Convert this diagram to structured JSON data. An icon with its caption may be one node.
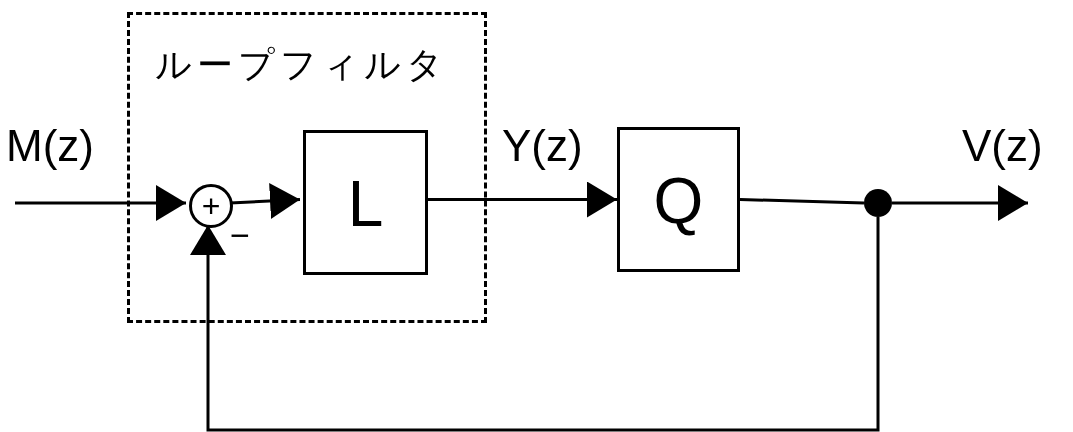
{
  "diagram": {
    "nodes": [
      {
        "text": [
          "ループフィルタ"
        ]
      },
      {
        "text": [
          "+"
        ],
        "in": 0,
        "beside": [
          "−"
        ]
      },
      {
        "text": [
          "L"
        ],
        "in": 0
      },
      {
        "text": [
          "Q"
        ]
      },
      {
        "text": [],
        "shape": "circle"
      }
    ],
    "edges": [
      {
        "from": null,
        "to": 1,
        "arrow": "to",
        "label": "M(z)"
      },
      {
        "from": 1,
        "to": 2,
        "arrow": "to"
      },
      {
        "from": 2,
        "to": 3,
        "arrow": "to",
        "label": "Y(z)"
      },
      {
        "from": 3,
        "to": 4,
        "arrow": "none"
      },
      {
        "from": 4,
        "to": null,
        "arrow": "to",
        "label": "V(z)"
      },
      {
        "from": 4,
        "to": 1,
        "arrow": "to"
      }
    ]
  }
}
